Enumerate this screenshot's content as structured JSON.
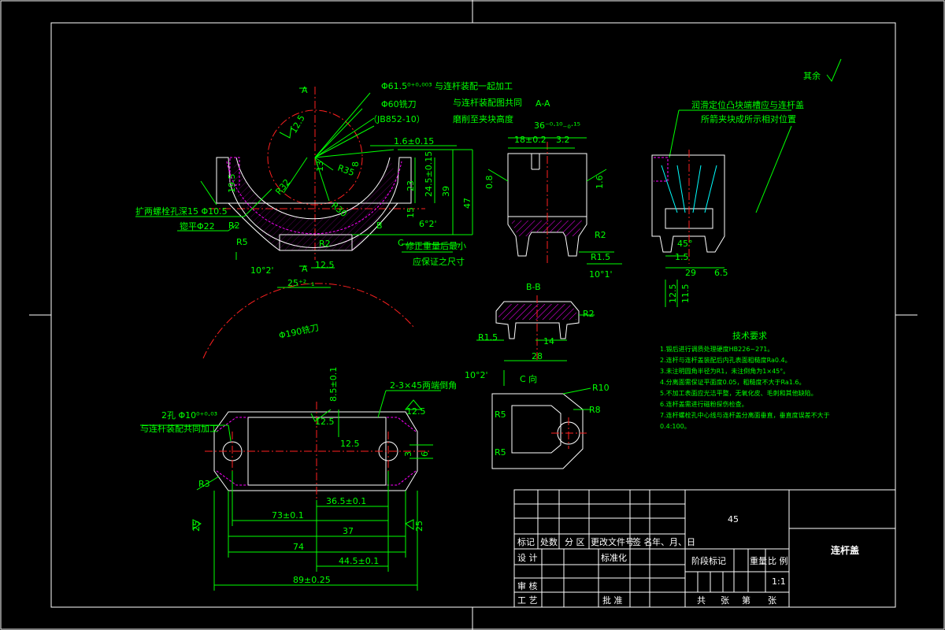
{
  "title_block": {
    "material": "45",
    "part_name": "连杆盖",
    "scale": "1:1",
    "rev_headers": [
      "标记",
      "处数",
      "分 区",
      "更改文件号",
      "签 名",
      "年、月、日"
    ],
    "row_design": "设 计",
    "row_standard": "标准化",
    "row_stage": "阶段标记",
    "row_weight": "重量",
    "row_ratio": "比 例",
    "row_review": "审 核",
    "row_process": "工 艺",
    "row_approve": "批 准",
    "row_sheets": [
      "共",
      "张",
      "第",
      "张"
    ]
  },
  "roughness_note": "其余",
  "view_labels": {
    "section_aa": "A-A",
    "section_bb": "B-B",
    "view_c": "C 向"
  },
  "tech_req": {
    "heading": "技术要求",
    "items": [
      "1.锻后进行调质处理硬度HB226~271。",
      "2.连杆与连杆盖装配后内孔表面粗糙度Ra0.4。",
      "3.未注明圆角半径为R1，未注倒角为1×45°。",
      "4.分离面需保证平面度0.05，粗糙度不大于Ra1.6。",
      "5.不加工表面应光洁平整，无氧化皮、毛刺和其他缺陷。",
      "6.连杆盖需进行磁粉探伤检查。",
      "7.连杆螺栓孔中心线与连杆盖分离面垂直，垂直度误差不大于",
      "0.4:100。"
    ]
  },
  "annotations": {
    "bore_note": "Φ61.5⁰⁺⁰·⁰⁰³ 与连杆装配一起加工",
    "cutter_note": "Φ60铣刀",
    "cutter_std": "（JB852-10）",
    "cut_note_1": "与连杆装配图共同",
    "cut_note_2": "磨削至夹块高度",
    "cutter_190": "Φ190铣刀",
    "bolt_hole_note": "扩两螺栓孔深15 Φ10.5",
    "spot_face_note": "锪平Φ22",
    "fix_note": "修正重量后最小",
    "keep_note": "应保证之尺寸",
    "chamfer_note": "2-3×45两端倒角",
    "two_holes": "2孔 Φ10⁰⁺⁰·⁰³",
    "two_holes_2": "与连杆装配共同加工",
    "right_note_1": "润滑定位凸块端槽应与连杆盖",
    "right_note_2": "所箭夹块成所示相对位置"
  },
  "dims": {
    "d_1_6": "1.6±0.15",
    "d_24_5": "24.5±0.15",
    "d_39": "39",
    "d_47": "47",
    "d_23": "23",
    "d_15": "15",
    "d_13": "13",
    "d_8": "8",
    "d_6_2": "6°2'",
    "d_10_2": "10°2'",
    "d_12_5": "12.5",
    "d_25": "25⁺²₋₁",
    "d_r5": "R5",
    "d_r2": "R2",
    "d_r30": "R30",
    "d_r32": "R32",
    "d_r30b": "R30",
    "d_r35": "R35",
    "d_19_5": "19.5",
    "d_36": "36⁻⁰·¹⁰₋₀·¹⁵",
    "d_18": "18±0.2",
    "d_3_2": "3.2",
    "d_0_8": "0.8",
    "d_1_6b": "1.6",
    "d_r2b": "R2",
    "d_r1_5": "R1.5",
    "d_10_1": "10°1'",
    "d_45": "45°",
    "d_1_5": "1.5",
    "d_29": "29",
    "d_6_5": "6.5",
    "d_12_5b": "12.5",
    "d_11_5": "11.5",
    "d_r1_5b": "R1.5",
    "d_14": "14",
    "d_28": "28",
    "d_10_2b": "10°2'",
    "d_r2c": "R2",
    "d_r10": "R10",
    "d_r8": "R8",
    "d_r5c": "R5",
    "d_r5d": "R5",
    "d_73": "73±0.1",
    "d_36_5": "36.5±0.1",
    "d_37": "37",
    "d_74": "74",
    "d_44_5": "44.5±0.1",
    "d_89": "89±0.25",
    "d_r3": "R3",
    "d_3": "3",
    "d_6": "6",
    "d_12_5c": "12.5",
    "d_12_5d": "12.5",
    "d_8_5": "8.5±0.1",
    "d_12_5e": "12.5",
    "d_25b": "25",
    "d_25c": "25",
    "d_1_6c": "1.6",
    "d_a": "A",
    "d_b": "B",
    "d_c": "C"
  }
}
